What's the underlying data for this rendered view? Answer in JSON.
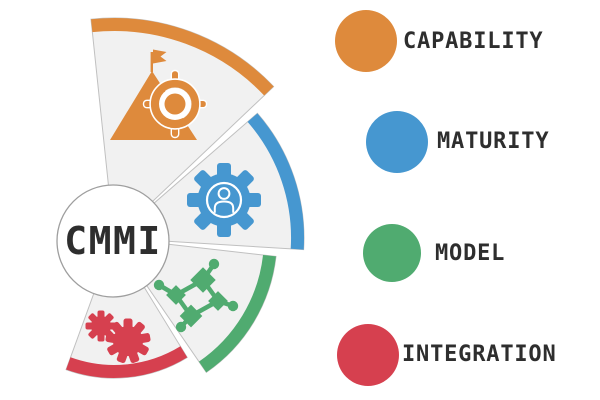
{
  "diagram": {
    "center_label": "CMMI",
    "segments": [
      {
        "id": "capability",
        "color": "#de8a3c",
        "icon": "mountain-flag-target-icon"
      },
      {
        "id": "maturity",
        "color": "#4697d0",
        "icon": "gear-person-icon"
      },
      {
        "id": "model",
        "color": "#50ab70",
        "icon": "connected-nodes-icon"
      },
      {
        "id": "integration",
        "color": "#d6404f",
        "icon": "gears-icon"
      }
    ]
  },
  "legend": {
    "items": [
      {
        "label": "CAPABILITY",
        "color": "#de8a3c"
      },
      {
        "label": "MATURITY",
        "color": "#4697d0"
      },
      {
        "label": "MODEL",
        "color": "#50ab70"
      },
      {
        "label": "INTEGRATION",
        "color": "#d6404f"
      }
    ]
  },
  "styles": {
    "background": "#ffffff",
    "text_color": "#2e2e2e",
    "wedge_fill": "#f1f1f1"
  }
}
